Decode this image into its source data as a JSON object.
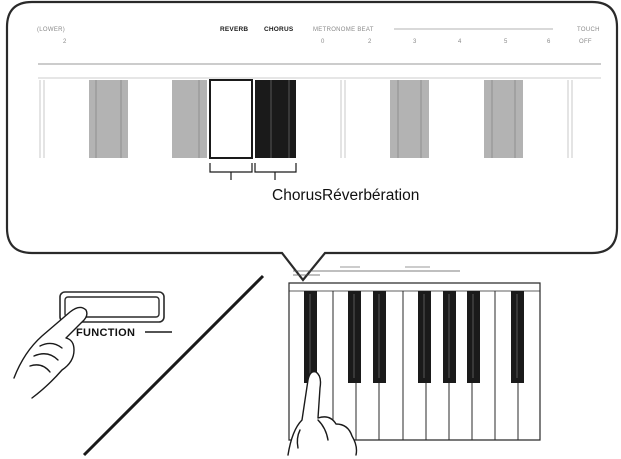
{
  "panel": {
    "lowers_label": "(LOWER)",
    "lowers_value": "2",
    "reverb_label": "REVERB",
    "chorus_label": "CHORUS",
    "metronome_label": "METRONOME BEAT",
    "beat_values": [
      "0",
      "2",
      "3",
      "4",
      "5",
      "6"
    ],
    "touch_label": "TOUCH",
    "touch_value": "OFF"
  },
  "callout": {
    "chorus": "Chorus",
    "reverb": "Réverbération"
  },
  "button": {
    "label": "FUNCTION"
  },
  "colors": {
    "line": "#2a2a2a",
    "gray_key": "#b3b3b3",
    "black_key": "#1a1a1a",
    "label_gray": "#8a8a8a"
  }
}
